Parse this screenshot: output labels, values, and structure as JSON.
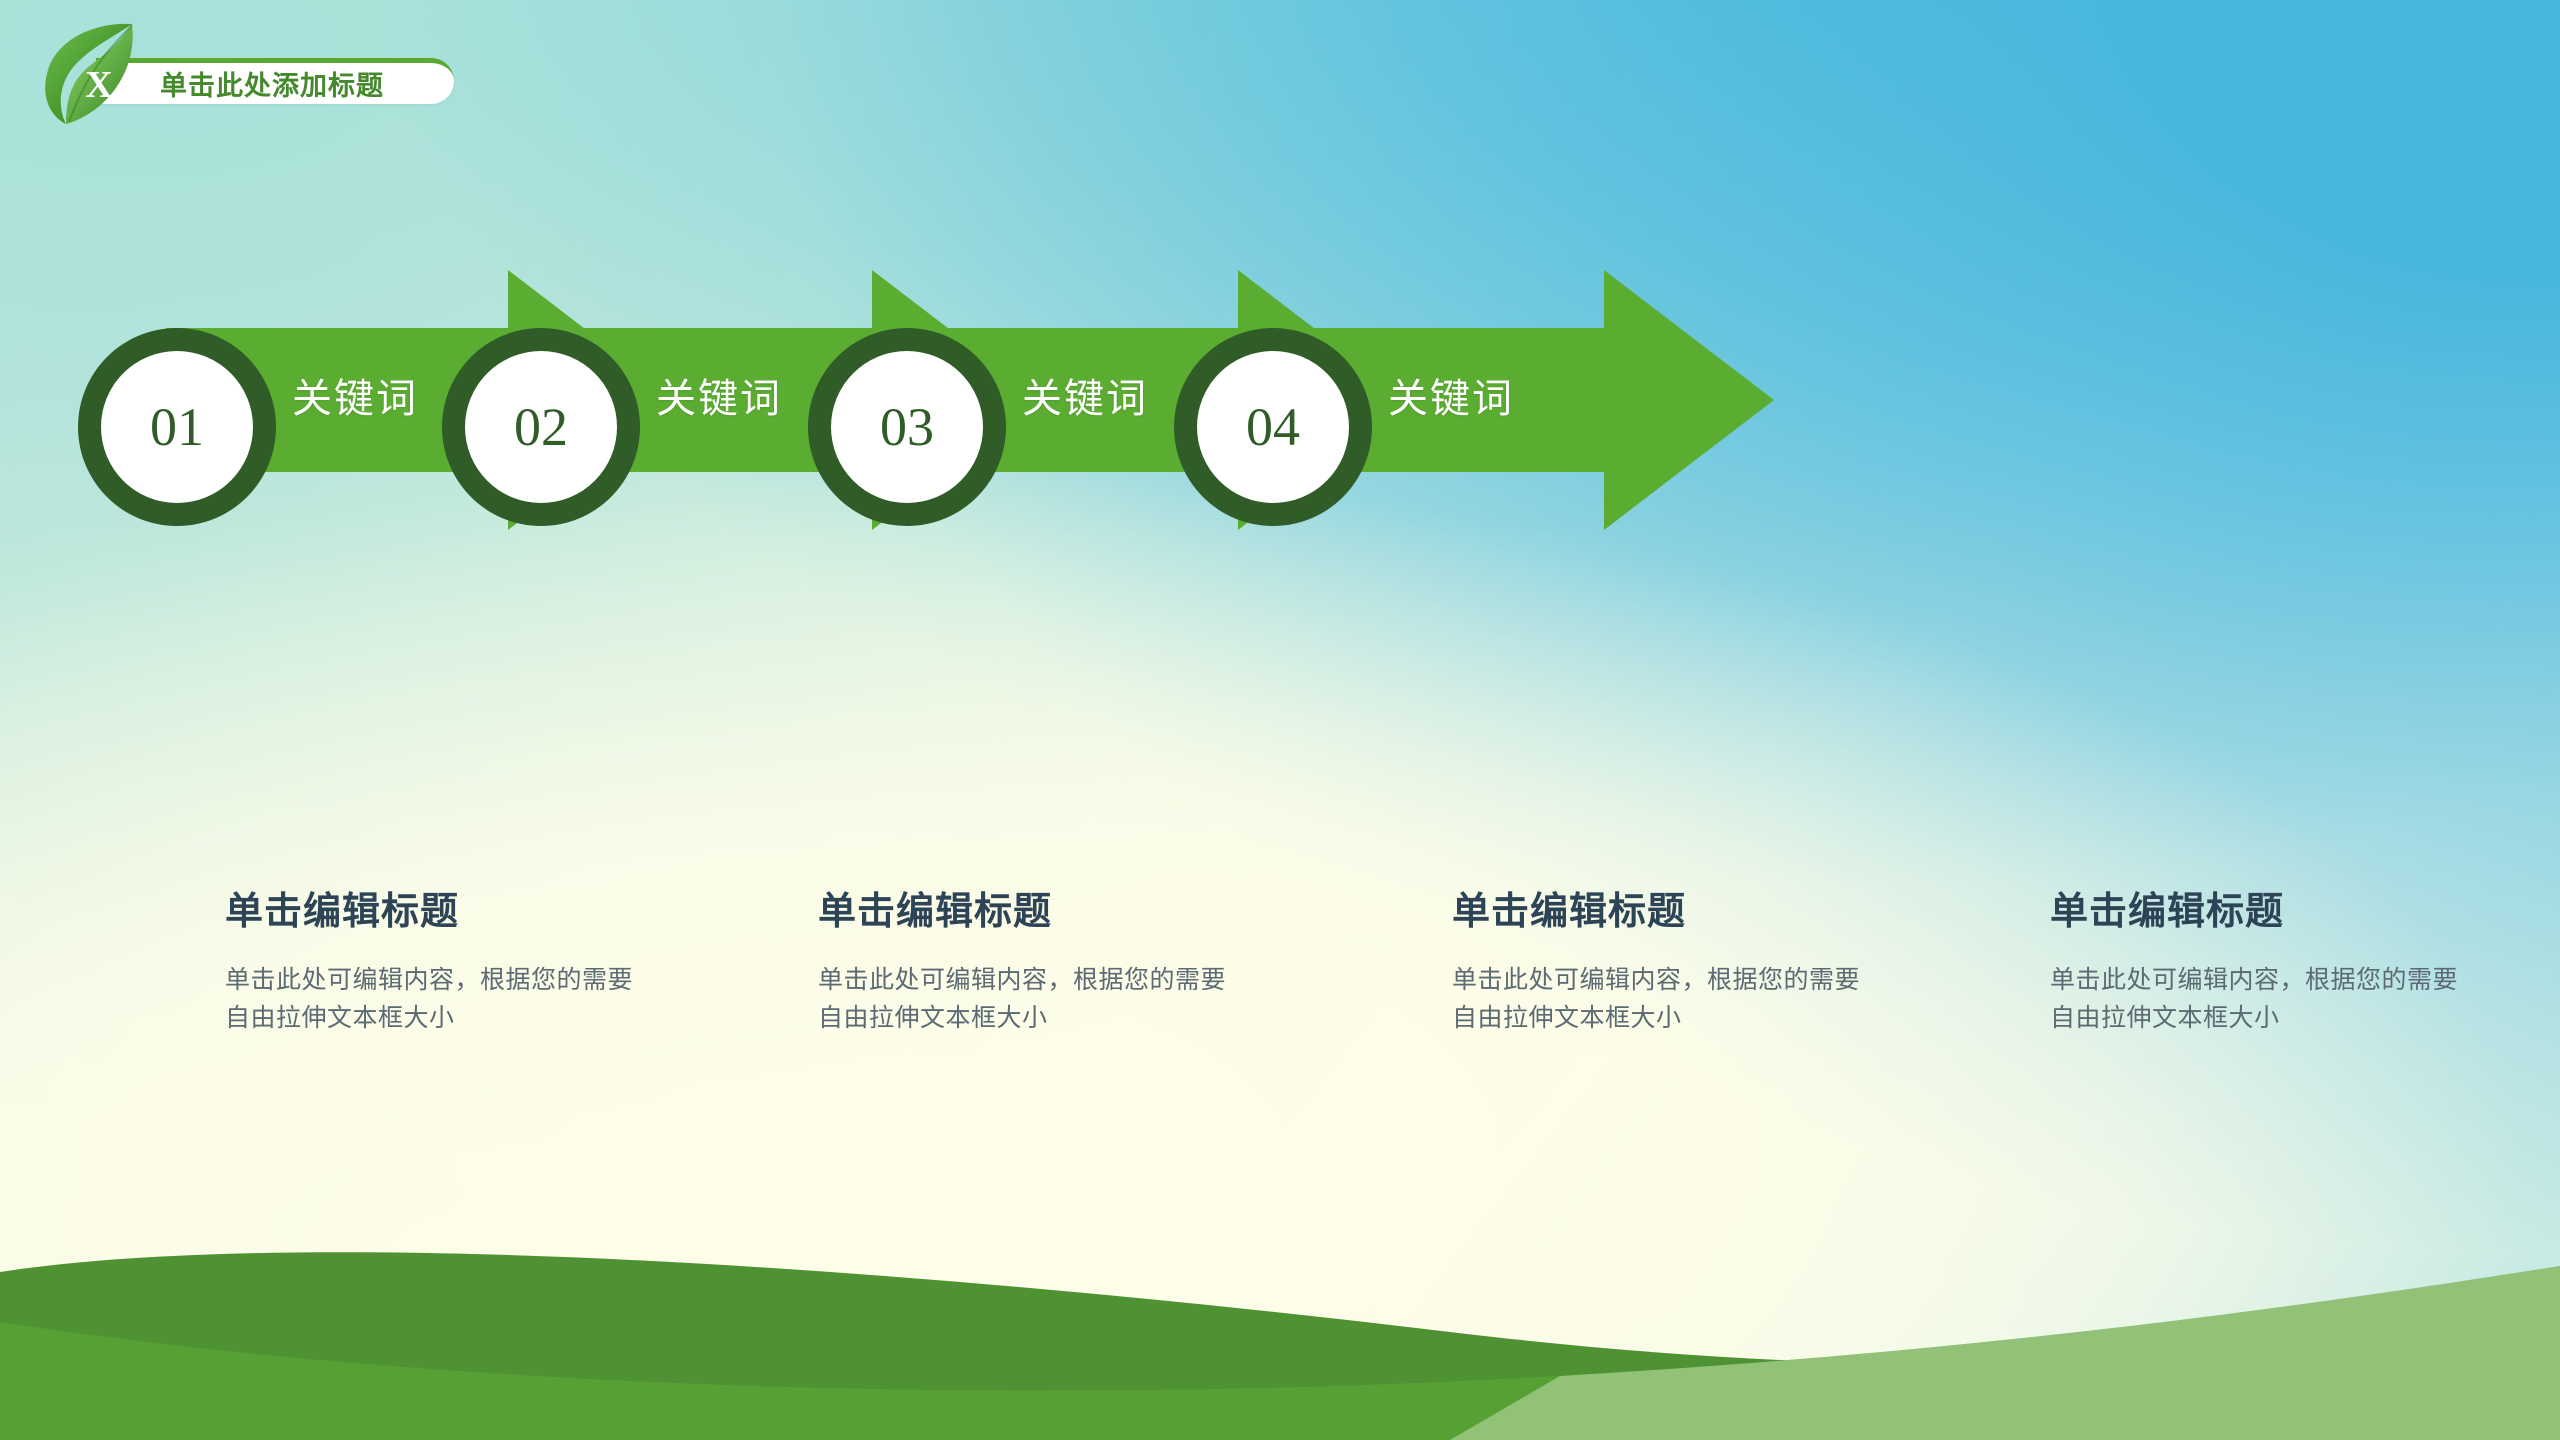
{
  "header": {
    "logo_letter": "X",
    "logo_icon": "leaf-icon",
    "title": "单击此处添加标题"
  },
  "colors": {
    "arrow_green": "#5bad32",
    "ring_dark_green": "#2f5c27",
    "title_green": "#44892c",
    "caption_title": "#2d4356",
    "caption_body": "#5b6a73",
    "wave_solid": "#4f9233",
    "wave_light": "#a9cf92",
    "bg_teal": "#46b6de",
    "bg_cream": "#fdfde8"
  },
  "steps": [
    {
      "number": "01",
      "keyword": "关键词",
      "caption_title": "单击编辑标题",
      "caption_body": "单击此处可编辑内容，根据您的需要自由拉伸文本框大小"
    },
    {
      "number": "02",
      "keyword": "关键词",
      "caption_title": "单击编辑标题",
      "caption_body": "单击此处可编辑内容，根据您的需要自由拉伸文本框大小"
    },
    {
      "number": "03",
      "keyword": "关键词",
      "caption_title": "单击编辑标题",
      "caption_body": "单击此处可编辑内容，根据您的需要自由拉伸文本框大小"
    },
    {
      "number": "04",
      "keyword": "关键词",
      "caption_title": "单击编辑标题",
      "caption_body": "单击此处可编辑内容，根据您的需要自由拉伸文本框大小"
    }
  ]
}
